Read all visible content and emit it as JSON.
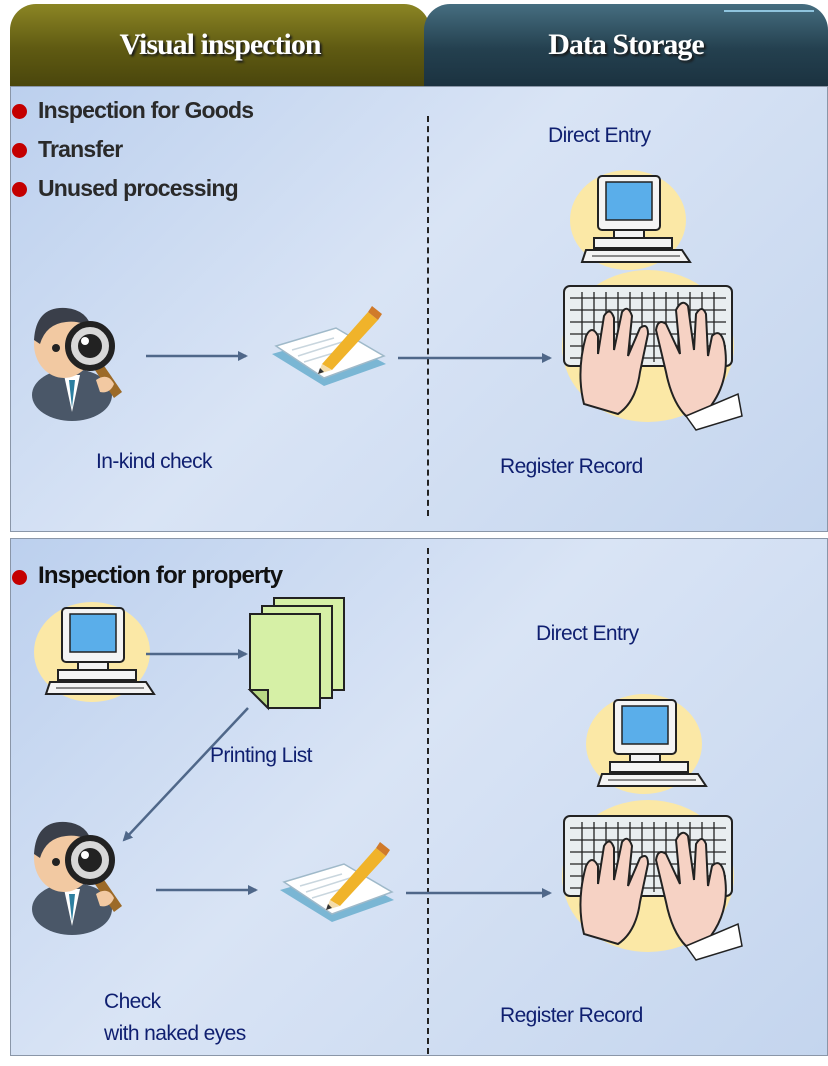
{
  "header": {
    "left_tab": "Visual inspection",
    "right_tab": "Data Storage"
  },
  "top_section": {
    "bullets": [
      "Inspection for Goods",
      "Transfer",
      "Unused processing"
    ],
    "in_kind_check": "In-kind check",
    "direct_entry": "Direct Entry",
    "register_record": "Register Record"
  },
  "bottom_section": {
    "bullet": "Inspection for property",
    "printing_list": "Printing List",
    "check_line1": "Check",
    "check_line2": "with naked eyes",
    "direct_entry": "Direct Entry",
    "register_record": "Register Record"
  },
  "colors": {
    "bullet": "#c40000",
    "label_text": "#0f1f70",
    "arrow": "#4f6789",
    "left_tab": "#5f5a12",
    "right_tab": "#24404f"
  }
}
